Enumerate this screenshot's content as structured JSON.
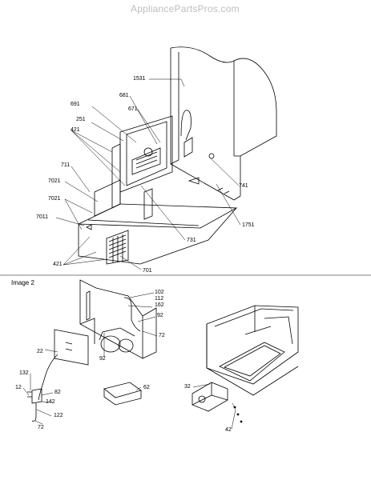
{
  "watermark": "AppliancePartsPros.com",
  "section2_title": "Image 2",
  "callouts_upper": [
    "1531",
    "681",
    "691",
    "671",
    "251",
    "421",
    "711",
    "7021",
    "7021",
    "7011",
    "421",
    "741",
    "1751",
    "731",
    "701"
  ],
  "callouts_lower": [
    "102",
    "112",
    "162",
    "92",
    "72",
    "92",
    "22",
    "132",
    "12",
    "82",
    "142",
    "122",
    "72",
    "62",
    "32",
    "42"
  ]
}
